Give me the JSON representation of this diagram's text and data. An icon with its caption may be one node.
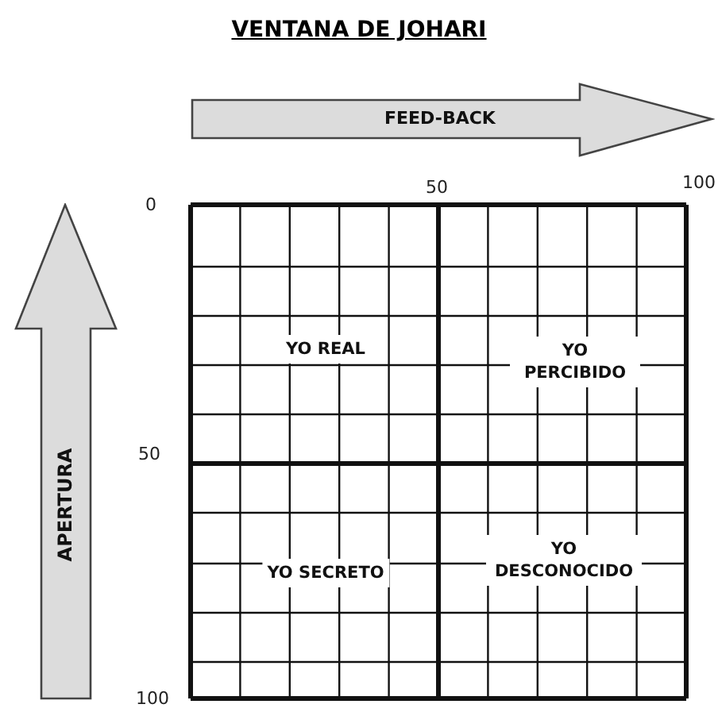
{
  "diagram": {
    "title": "VENTANA DE JOHARI",
    "nodes": [
      {
        "text": [
          "FEED-BACK"
        ]
      },
      {
        "text": [
          "APERTURA"
        ]
      },
      {
        "text": [
          "YO REAL"
        ]
      },
      {
        "text": [
          "YO PERCIBIDO"
        ]
      },
      {
        "text": [
          "YO SECRETO"
        ]
      },
      {
        "text": [
          "YO DESCONOCIDO"
        ]
      }
    ],
    "labels": [
      "50",
      "100",
      "0",
      "50",
      "100"
    ]
  }
}
